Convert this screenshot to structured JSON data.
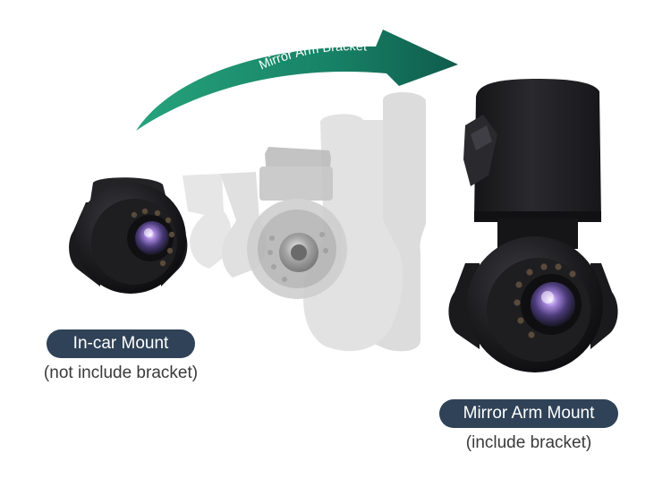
{
  "arrow": {
    "label": "Mirror Arm Bracket"
  },
  "mounts": {
    "in_car": {
      "label": "In-car Mount",
      "caption": "(not include bracket)"
    },
    "mirror_arm": {
      "label": "Mirror Arm Mount",
      "caption": "(include bracket)"
    }
  },
  "colors": {
    "pill": "#2f4257",
    "arrow_start": "#1fa07a",
    "arrow_end": "#0f5c4c",
    "camera_body": "#1c1c1e",
    "ghost_gray": "#d6d6d6",
    "lens": "#7a5fb0"
  },
  "icons": [
    "curved-arrow-icon",
    "camera-icon",
    "bracket-icon"
  ]
}
